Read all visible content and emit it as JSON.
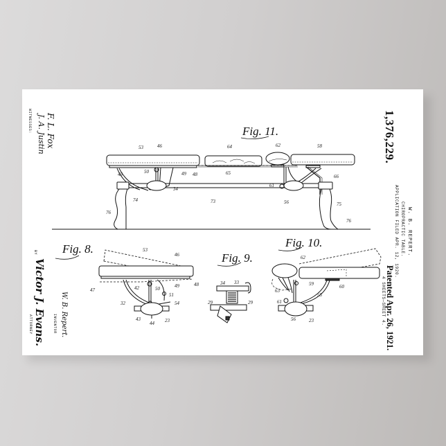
{
  "poster": {
    "background_color": "#ffffff",
    "wall_colors": [
      "#dcdbdb",
      "#bdbab8"
    ],
    "ink_color": "#111111"
  },
  "patent": {
    "number": "1,376,229.",
    "inventor_header": "W. B. REPERT.",
    "title": "CHIROPRACTIC TABLE.",
    "application_filed": "APPLICATION FILED APR. 12, 1920.",
    "patented": "Patented Apr. 26, 1921.",
    "sheets": "4 SHEETS—SHEET 4."
  },
  "signatures": {
    "witnesses_label": "WITNESSES:",
    "witness_1": "F. L. Fox",
    "witness_2": "J. A. Justin",
    "inventor_signature": "W. B. Repert.",
    "inventor_label": "INVENTOR",
    "by_label": "BY",
    "attorney_signature": "Victor J. Evans.",
    "attorney_label": "ATTORNEY"
  },
  "figures": {
    "fig11": {
      "label": "Fig. 11.",
      "refs": [
        "53",
        "46",
        "64",
        "62",
        "58",
        "45",
        "50",
        "49",
        "48",
        "65",
        "66",
        "61",
        "34",
        "73",
        "56",
        "74",
        "75",
        "76",
        "76"
      ]
    },
    "fig8": {
      "label": "Fig. 8.",
      "refs": [
        "53",
        "46",
        "47",
        "42",
        "50",
        "49",
        "48",
        "51",
        "32",
        "54",
        "43",
        "44",
        "23"
      ]
    },
    "fig9": {
      "label": "Fig. 9.",
      "refs": [
        "34",
        "33",
        "29",
        "29"
      ]
    },
    "fig10": {
      "label": "Fig. 10.",
      "refs": [
        "62",
        "59",
        "60",
        "63",
        "55",
        "61",
        "56",
        "23"
      ]
    }
  }
}
